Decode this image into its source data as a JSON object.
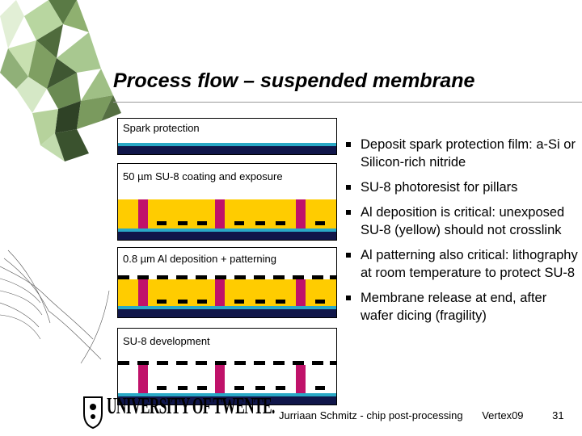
{
  "slide": {
    "title": "Process flow – suspended membrane"
  },
  "panels": [
    {
      "label": "Spark protection"
    },
    {
      "label": "50 µm SU-8 coating and exposure"
    },
    {
      "label": "0.8 µm Al deposition + patterning"
    },
    {
      "label": "SU-8 development"
    }
  ],
  "bullets": [
    "Deposit spark protection film: a-Si or Silicon-rich nitride",
    "SU-8 photoresist for pillars",
    "Al deposition is critical: unexposed SU-8 (yellow) should not crosslink",
    "Al patterning also critical: lithography at room temperature to protect SU-8",
    "Membrane release at end, after wafer dicing (fragility)"
  ],
  "footer": {
    "author": "Jurriaan Schmitz - chip post-processing",
    "event": "Vertex09",
    "page": "31"
  },
  "logo": {
    "text": "UNIVERSITY OF TWENTE."
  },
  "colors": {
    "substrate": "#10164a",
    "spark_film": "#2aa9c6",
    "su8_unexposed": "#ffcc00",
    "su8_pillar": "#c0126a",
    "aluminium": "#000000"
  }
}
